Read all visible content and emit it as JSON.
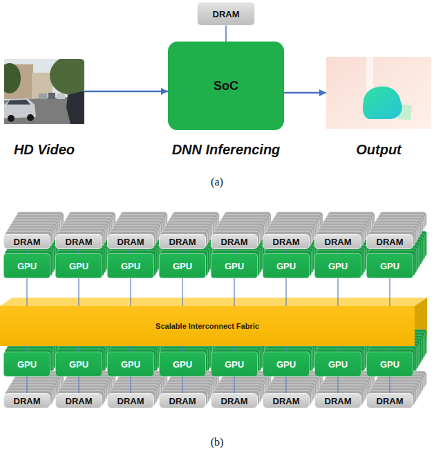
{
  "diagram": {
    "nodes": [
      {
        "text": [
          "DRAM"
        ]
      },
      {
        "text": [
          "HD Video"
        ]
      },
      {
        "text": [
          "SoC",
          "DNN Inferencing"
        ]
      },
      {
        "text": [
          "Output"
        ]
      },
      {
        "text": [
          "DRAM"
        ]
      },
      {
        "text": [
          "DRAM"
        ]
      },
      {
        "text": [
          "DRAM"
        ]
      },
      {
        "text": [
          "DRAM"
        ]
      },
      {
        "text": [
          "DRAM"
        ]
      },
      {
        "text": [
          "DRAM"
        ]
      },
      {
        "text": [
          "DRAM"
        ]
      },
      {
        "text": [
          "DRAM"
        ]
      },
      {
        "text": [
          "GPU"
        ]
      },
      {
        "text": [
          "GPU"
        ]
      },
      {
        "text": [
          "GPU"
        ]
      },
      {
        "text": [
          "GPU"
        ]
      },
      {
        "text": [
          "GPU"
        ]
      },
      {
        "text": [
          "GPU"
        ]
      },
      {
        "text": [
          "GPU"
        ]
      },
      {
        "text": [
          "GPU"
        ]
      },
      {
        "text": [
          "Scalable Interconnect Fabric"
        ]
      },
      {
        "text": [
          "GPU"
        ]
      },
      {
        "text": [
          "GPU"
        ]
      },
      {
        "text": [
          "GPU"
        ]
      },
      {
        "text": [
          "GPU"
        ]
      },
      {
        "text": [
          "GPU"
        ]
      },
      {
        "text": [
          "GPU"
        ]
      },
      {
        "text": [
          "GPU"
        ]
      },
      {
        "text": [
          "GPU"
        ]
      },
      {
        "text": [
          "DRAM"
        ]
      },
      {
        "text": [
          "DRAM"
        ]
      },
      {
        "text": [
          "DRAM"
        ]
      },
      {
        "text": [
          "DRAM"
        ]
      },
      {
        "text": [
          "DRAM"
        ]
      },
      {
        "text": [
          "DRAM"
        ]
      },
      {
        "text": [
          "DRAM"
        ]
      },
      {
        "text": [
          "DRAM"
        ]
      }
    ],
    "edges": [
      {
        "from": 1,
        "to": 2,
        "arrow": "to"
      },
      {
        "from": 2,
        "to": 3,
        "arrow": "to"
      },
      {
        "from": 0,
        "to": 2,
        "arrow": "none"
      },
      {
        "from": 4,
        "to": 12,
        "arrow": "none"
      },
      {
        "from": 5,
        "to": 13,
        "arrow": "none"
      },
      {
        "from": 6,
        "to": 14,
        "arrow": "none"
      },
      {
        "from": 7,
        "to": 15,
        "arrow": "none"
      },
      {
        "from": 8,
        "to": 16,
        "arrow": "none"
      },
      {
        "from": 9,
        "to": 17,
        "arrow": "none"
      },
      {
        "from": 10,
        "to": 18,
        "arrow": "none"
      },
      {
        "from": 11,
        "to": 19,
        "arrow": "none"
      },
      {
        "from": 12,
        "to": 20,
        "arrow": "none"
      },
      {
        "from": 13,
        "to": 20,
        "arrow": "none"
      },
      {
        "from": 14,
        "to": 20,
        "arrow": "none"
      },
      {
        "from": 15,
        "to": 20,
        "arrow": "none"
      },
      {
        "from": 16,
        "to": 20,
        "arrow": "none"
      },
      {
        "from": 17,
        "to": 20,
        "arrow": "none"
      },
      {
        "from": 18,
        "to": 20,
        "arrow": "none"
      },
      {
        "from": 19,
        "to": 20,
        "arrow": "none"
      },
      {
        "from": 20,
        "to": 21,
        "arrow": "none"
      },
      {
        "from": 20,
        "to": 22,
        "arrow": "none"
      },
      {
        "from": 20,
        "to": 23,
        "arrow": "none"
      },
      {
        "from": 20,
        "to": 24,
        "arrow": "none"
      },
      {
        "from": 20,
        "to": 25,
        "arrow": "none"
      },
      {
        "from": 20,
        "to": 26,
        "arrow": "none"
      },
      {
        "from": 20,
        "to": 27,
        "arrow": "none"
      },
      {
        "from": 20,
        "to": 28,
        "arrow": "none"
      },
      {
        "from": 21,
        "to": 29,
        "arrow": "none"
      },
      {
        "from": 22,
        "to": 30,
        "arrow": "none"
      },
      {
        "from": 23,
        "to": 31,
        "arrow": "none"
      },
      {
        "from": 24,
        "to": 32,
        "arrow": "none"
      },
      {
        "from": 25,
        "to": 33,
        "arrow": "none"
      },
      {
        "from": 26,
        "to": 34,
        "arrow": "none"
      },
      {
        "from": 27,
        "to": 35,
        "arrow": "none"
      },
      {
        "from": 28,
        "to": 36,
        "arrow": "none"
      }
    ],
    "labels": [
      "(a)",
      "(b)"
    ]
  }
}
